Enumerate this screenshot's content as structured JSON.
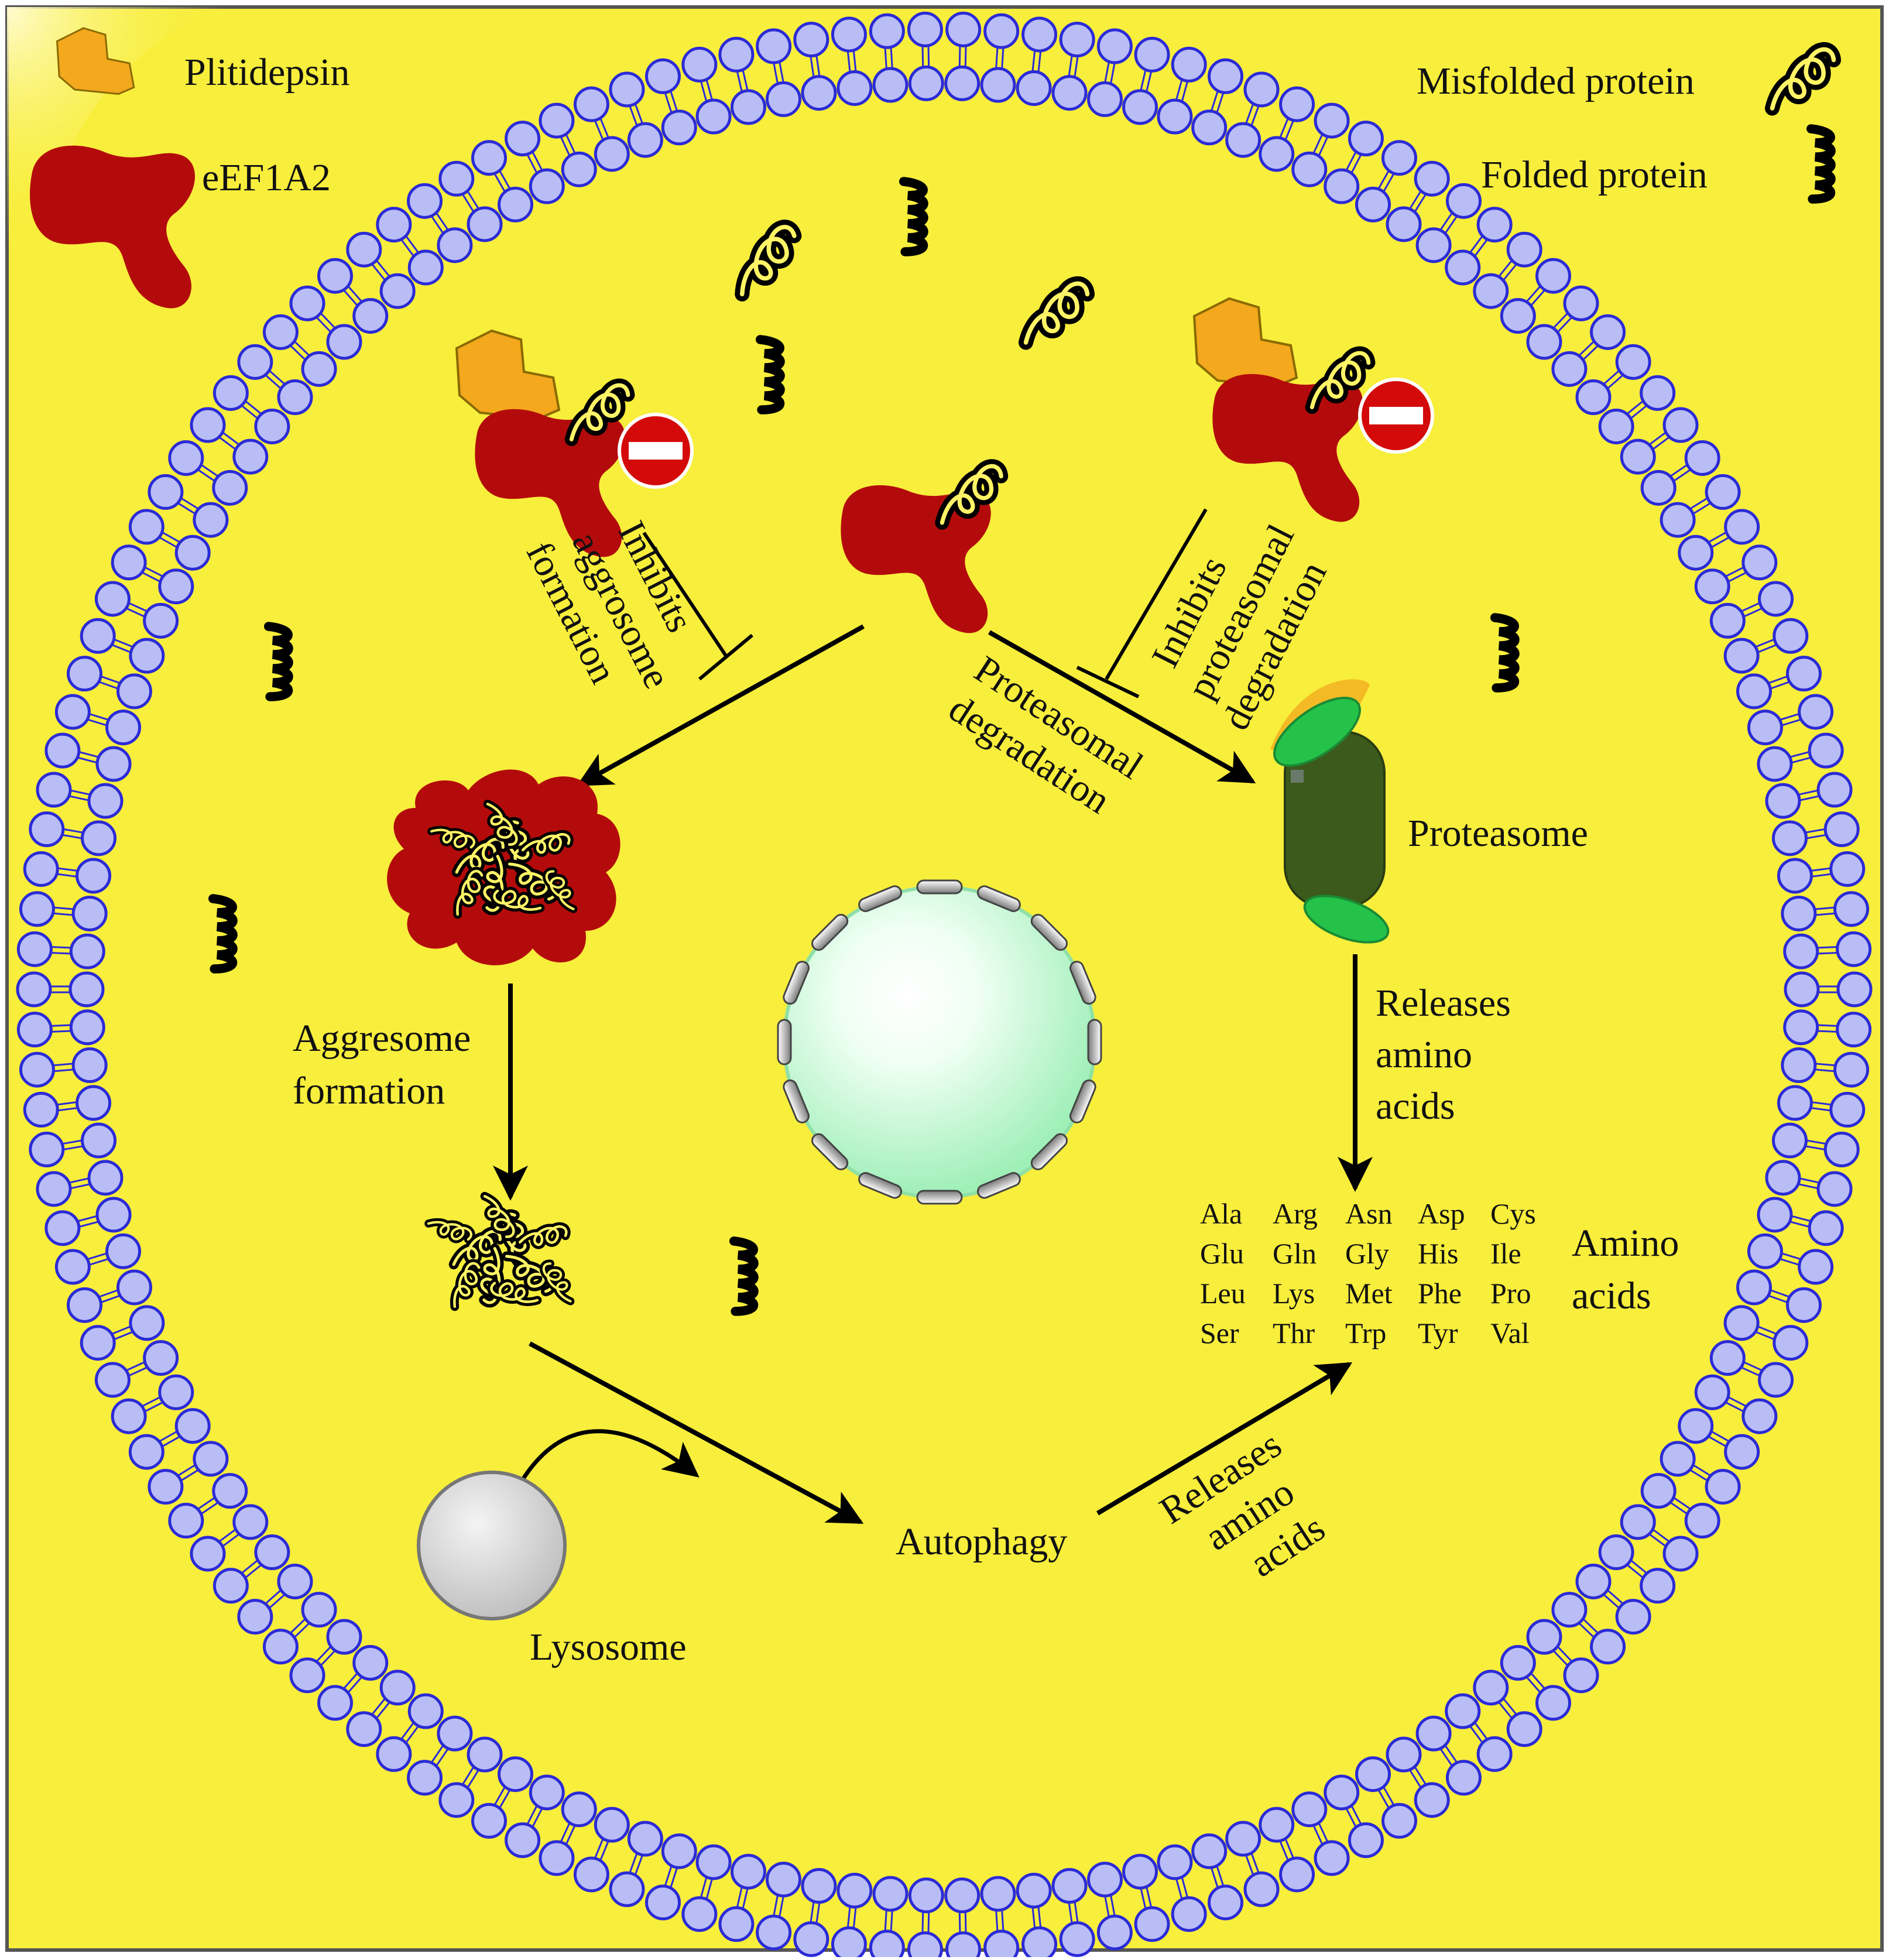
{
  "legend": {
    "plitidepsin": "Plitidepsin",
    "eef1a2": "eEF1A2",
    "misfolded": "Misfolded protein",
    "folded": "Folded protein"
  },
  "labels": {
    "inhibits_aggrosome": [
      "Inhibits",
      "aggrosome",
      "formation"
    ],
    "inhibits_proteasomal": [
      "Inhibits",
      "proteasomal",
      "degradation"
    ],
    "proteasomal_degradation": [
      "Proteasomal",
      "degradation"
    ],
    "proteasome": "Proteasome",
    "releases_top": [
      "Releases",
      "amino",
      "acids"
    ],
    "aggresome_formation": [
      "Aggresome",
      "formation"
    ],
    "autophagy": "Autophagy",
    "releases_bottom": [
      "Releases",
      "amino",
      "acids"
    ],
    "lysosome": "Lysosome",
    "amino_acids_title": [
      "Amino",
      "acids"
    ]
  },
  "amino_acids": [
    [
      "Ala",
      "Arg",
      "Asn",
      "Asp",
      "Cys"
    ],
    [
      "Glu",
      "Gln",
      "Gly",
      "His",
      "Ile"
    ],
    [
      "Leu",
      "Lys",
      "Met",
      "Phe",
      "Pro"
    ],
    [
      "Ser",
      "Thr",
      "Trp",
      "Tyr",
      "Val"
    ]
  ],
  "colors": {
    "background": "#f8ee3c",
    "membrane_head": "#b9bdf5",
    "membrane_stroke": "#2b2bd6",
    "eef1a2": "#b30b0b",
    "plitidepsin": "#f3a81d",
    "proteasome_body": "#3b5a1c",
    "proteasome_cap": "#25c24a",
    "nucleus": "#c8f7d6",
    "lysosome": "#d6d6d6"
  }
}
